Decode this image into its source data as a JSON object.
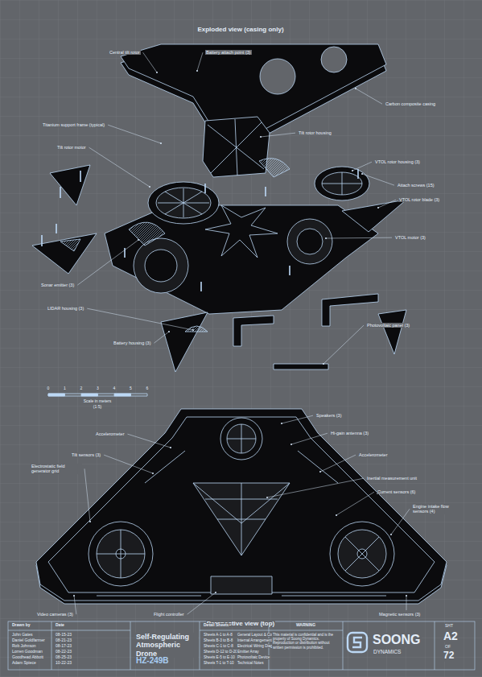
{
  "diagram": {
    "title": "Self-Regulating Atmospheric Drone",
    "labels": [
      "Exploded view (casing only)",
      "Central tilt rotor",
      "Battery attach point (3)",
      "Carbon composite casing",
      "Titanium support frame (typical)",
      "Tilt rotor housing",
      "Tilt rotor motor",
      "VTOL rotor housing (3)",
      "Attach screws (15)",
      "VTOL rotor blade (3)",
      "VTOL motor (3)",
      "Sonar emitter (3)",
      "LIDAR housing (3)",
      "Battery housing (3)",
      "Photovoltaic panel (3)",
      "0",
      "1",
      "2",
      "3",
      "4",
      "5",
      "6",
      "Scale in meters",
      "(1:5)",
      "Speakers (3)",
      "Hi-gain antenna (3)",
      "Accelerometer",
      "Tilt sensors (3)",
      "Electrostatic field generator grid",
      "Accelerometer",
      "Inertial measurement unit",
      "Current sensors (6)",
      "Engine intake flow sensors (4)",
      "Video cameras (3)",
      "Flight controller",
      "Magnetic sensors (3)",
      "Perspective view (top)",
      "Drawn by",
      "Date",
      "John Gates",
      "08-15-23",
      "Daniel Goldfarmer",
      "08-21-23",
      "Rob Johnson",
      "08-17-23",
      "Lorren Goodman",
      "08-22-23",
      "Goodhead Abbott",
      "08-25-23",
      "Adam Spiece",
      "10-22-23",
      "HZ-249B",
      "Detail Sheets",
      "Sheets A-1 to A-8",
      "General Layout & Controls",
      "Sheets B-3 to B-8",
      "Internal Arrangement",
      "Sheets C-1 to C-8",
      "Electrical Wiring Diagrams",
      "Sheets D-12 to D-20",
      "Emitter Array",
      "Sheets E-5 to E-10",
      "Photovoltaic Device",
      "Sheets T-1 to T-10",
      "Technical Notes",
      "WARNING",
      "This material is confidential and is the property of Soong Dynamics. Reproduction or distribution without written permission is prohibited.",
      "SOONG",
      "DYNAMICS",
      "SHT",
      "A2",
      "OF",
      "72"
    ]
  }
}
